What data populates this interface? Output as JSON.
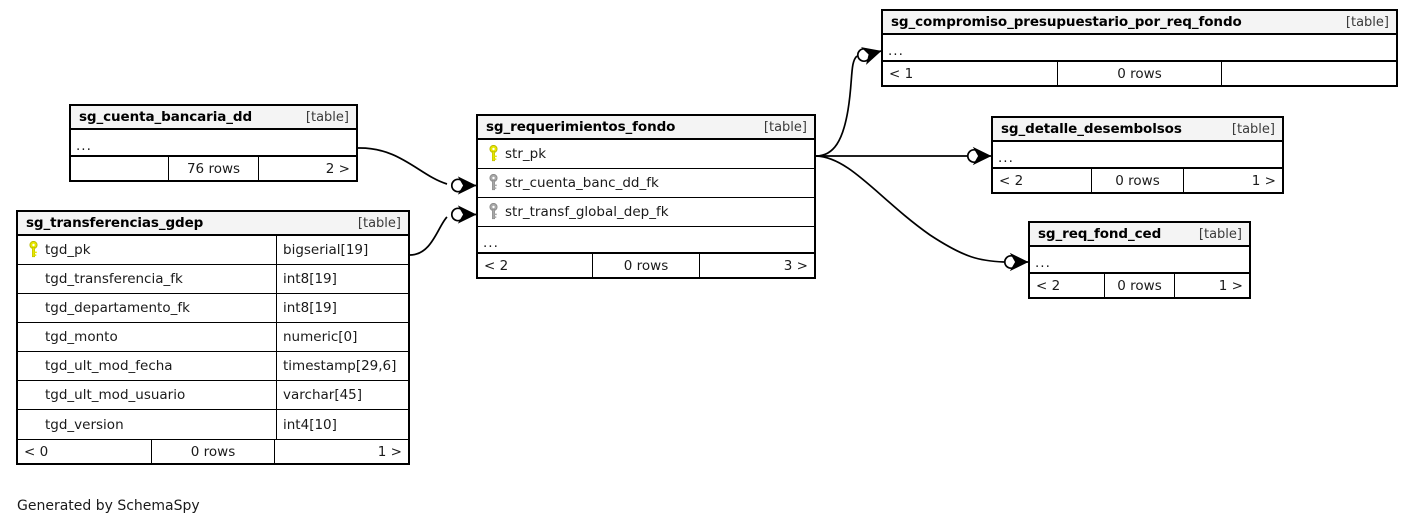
{
  "diagram": {
    "type": "entity-relationship-diagram",
    "generator_caption": "Generated by SchemaSpy",
    "table_tag": "[table]",
    "ellipsis": "...",
    "rows_suffix": "rows"
  },
  "tables": [
    {
      "id": "cuenta_bancaria_dd",
      "name": "sg_cuenta_bancaria_dd",
      "tag": "[table]",
      "columns": [],
      "has_ellipsis_row": true,
      "ellipsis": "...",
      "footer": {
        "left": "",
        "mid": "76 rows",
        "right": "2 >"
      }
    },
    {
      "id": "transferencias_gdep",
      "name": "sg_transferencias_gdep",
      "tag": "[table]",
      "columns": [
        {
          "key": "primary",
          "icon": "key-icon-primary",
          "name": "tgd_pk",
          "type": "bigserial[19]"
        },
        {
          "key": "none",
          "icon": "",
          "name": "tgd_transferencia_fk",
          "type": "int8[19]"
        },
        {
          "key": "none",
          "icon": "",
          "name": "tgd_departamento_fk",
          "type": "int8[19]"
        },
        {
          "key": "none",
          "icon": "",
          "name": "tgd_monto",
          "type": "numeric[0]"
        },
        {
          "key": "none",
          "icon": "",
          "name": "tgd_ult_mod_fecha",
          "type": "timestamp[29,6]"
        },
        {
          "key": "none",
          "icon": "",
          "name": "tgd_ult_mod_usuario",
          "type": "varchar[45]"
        },
        {
          "key": "none",
          "icon": "",
          "name": "tgd_version",
          "type": "int4[10]"
        }
      ],
      "has_ellipsis_row": false,
      "footer": {
        "left": "< 0",
        "mid": "0 rows",
        "right": "1 >"
      }
    },
    {
      "id": "requerimientos_fondo",
      "name": "sg_requerimientos_fondo",
      "tag": "[table]",
      "columns": [
        {
          "key": "primary",
          "icon": "key-icon-primary",
          "name": "str_pk",
          "type": ""
        },
        {
          "key": "foreign",
          "icon": "key-icon-foreign",
          "name": "str_cuenta_banc_dd_fk",
          "type": ""
        },
        {
          "key": "foreign",
          "icon": "key-icon-foreign",
          "name": "str_transf_global_dep_fk",
          "type": ""
        }
      ],
      "has_ellipsis_row": true,
      "ellipsis": "...",
      "footer": {
        "left": "< 2",
        "mid": "0 rows",
        "right": "3 >"
      }
    },
    {
      "id": "compromiso",
      "name": "sg_compromiso_presupuestario_por_req_fondo",
      "tag": "[table]",
      "columns": [],
      "has_ellipsis_row": true,
      "ellipsis": "...",
      "footer": {
        "left": "< 1",
        "mid": "0 rows",
        "right": ""
      }
    },
    {
      "id": "detalle_desembolsos",
      "name": "sg_detalle_desembolsos",
      "tag": "[table]",
      "columns": [],
      "has_ellipsis_row": true,
      "ellipsis": "...",
      "footer": {
        "left": "< 2",
        "mid": "0 rows",
        "right": "1 >"
      }
    },
    {
      "id": "req_fond_ced",
      "name": "sg_req_fond_ced",
      "tag": "[table]",
      "columns": [],
      "has_ellipsis_row": true,
      "ellipsis": "...",
      "footer": {
        "left": "< 2",
        "mid": "0 rows",
        "right": "1 >"
      }
    }
  ],
  "relationships": [
    {
      "from": "sg_cuenta_bancaria_dd",
      "to": "sg_requerimientos_fondo",
      "to_column": "str_cuenta_banc_dd_fk",
      "optional": true
    },
    {
      "from": "sg_transferencias_gdep",
      "to": "sg_requerimientos_fondo",
      "to_column": "str_transf_global_dep_fk",
      "optional": true
    },
    {
      "from": "sg_requerimientos_fondo",
      "to": "sg_compromiso_presupuestario_por_req_fondo",
      "to_column": "",
      "optional": true
    },
    {
      "from": "sg_requerimientos_fondo",
      "to": "sg_detalle_desembolsos",
      "to_column": "",
      "optional": true
    },
    {
      "from": "sg_requerimientos_fondo",
      "to": "sg_req_fond_ced",
      "to_column": "",
      "optional": true
    }
  ],
  "colors": {
    "background": "#ffffff",
    "table_border": "#000000",
    "header_fill": "#f4f4f4",
    "primary_key": "#e8e800",
    "foreign_key": "#a8a8a8",
    "edge": "#000000",
    "text": "#1a1a1a"
  }
}
